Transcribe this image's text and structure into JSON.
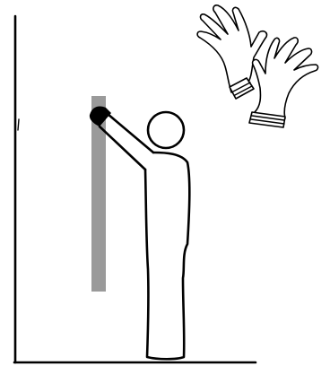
{
  "scene": {
    "colors": {
      "background": "#ffffff",
      "line": "#000000",
      "pole": "#9a9a9a",
      "glove_fill": "#ffffff"
    },
    "icons": [
      "wall",
      "floor",
      "vertical-pole",
      "person",
      "hand-on-pole",
      "pair-of-gloves"
    ]
  }
}
